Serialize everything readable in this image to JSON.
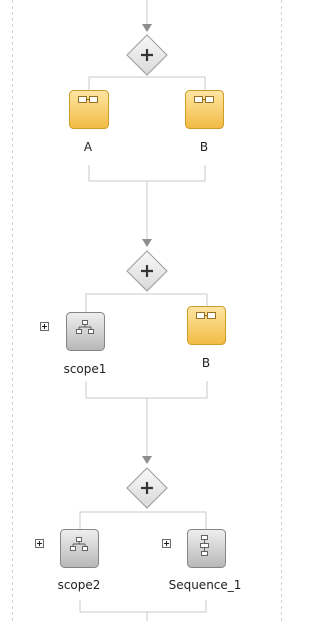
{
  "flow": {
    "section1": {
      "left_label": "A",
      "right_label": "B"
    },
    "section2": {
      "left_label": "scope1",
      "right_label": "B"
    },
    "section3": {
      "left_label": "scope2",
      "right_label": "Sequence_1"
    }
  },
  "colors": {
    "connector": "#c9c9c9",
    "arrow": "#8e8e8e",
    "lane_border": "#d4d4d4",
    "activity_fill": "#f4c55b",
    "activity_border": "#cf9c26",
    "scope_fill": "#c6c6c6",
    "scope_border": "#858585",
    "gateway_fill": "#ececec",
    "gateway_border": "#9a9a9a"
  },
  "icons": {
    "gateway": "plus-diamond-icon",
    "activity": "activity-icon",
    "scope": "hierarchy-icon",
    "sequence": "sequence-icon",
    "expand": "expand-plus-icon"
  }
}
